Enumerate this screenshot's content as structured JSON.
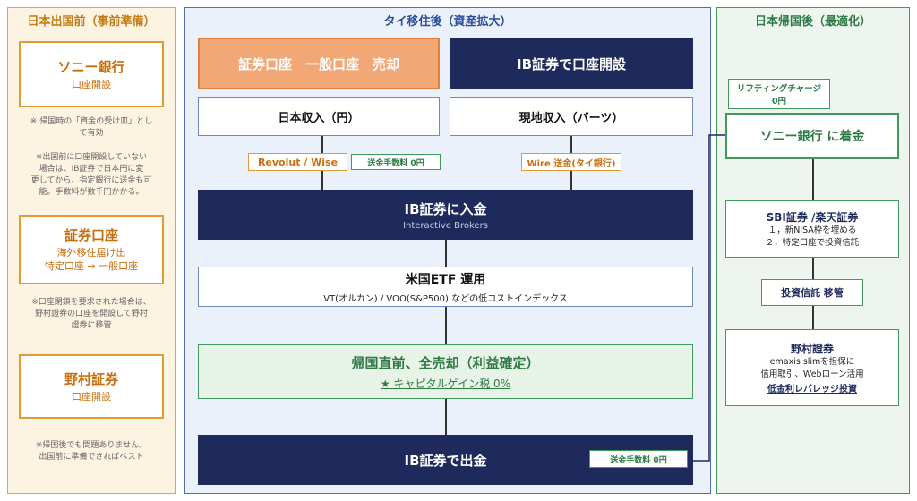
{
  "left": {
    "title": "日本出国前（事前準備）",
    "sony": {
      "title": "ソニー銀行",
      "sub": "口座開設"
    },
    "note1": [
      "※ 帰国時の「資金の受け皿」とし",
      "て有効"
    ],
    "note2": [
      "※出国前に口座開設していない",
      "場合は、IB証券で日本円に変",
      "更してから、指定銀行に送金も可",
      "能。手数料が数千円かかる。"
    ],
    "securities": {
      "title": "証券口座",
      "sub1": "海外移住届け出",
      "sub2": "特定口座 → 一般口座"
    },
    "note3": [
      "※口座閉鎖を要求された場合は、",
      "野村證券の口座を開設して野村",
      "證券に移管"
    ],
    "nomura": {
      "title": "野村証券",
      "sub": "口座開設"
    },
    "note4": [
      "※帰国後でも問題ありません。",
      "出国前に準備できればベスト"
    ]
  },
  "middle": {
    "title": "タイ移住後（資産拡大）",
    "sell_box": "証券口座　一般口座　売却",
    "ib_open": "IB証券で口座開設",
    "jp_income": "日本収入（円）",
    "local_income": "現地収入（バーツ）",
    "revolut": "Revolut / Wise",
    "fee_zero_1": "送金手数料 0円",
    "wire": "Wire 送金(タイ銀行)",
    "deposit": {
      "title": "IB証券に入金",
      "sub": "Interactive Brokers"
    },
    "etf": {
      "title": "米国ETF 運用",
      "sub": "VT(オルカン) / VOO(S&P500) などの低コストインデックス"
    },
    "sell_all": {
      "title": "帰国直前、全売却（利益確定）",
      "sub": "★ キャピタルゲイン税 0%"
    },
    "withdraw": "IB証券で出金",
    "fee_zero_2": "送金手数料 0円"
  },
  "right": {
    "title": "日本帰国後（最適化）",
    "lifting": [
      "リフティングチャージ",
      "0円"
    ],
    "sony_arrive": "ソニー銀行 に着金",
    "sbi": {
      "title": "SBI証券 /楽天証券",
      "line1": "１，新NISA枠を埋める",
      "line2": "２，特定口座で投資信託"
    },
    "transfer": "投資信託 移管",
    "nomura": {
      "title": "野村證券",
      "line1": "emaxis slimを担保に",
      "line2": "信用取引、Webローン活用",
      "line3": "低金利レバレッジ投資"
    }
  }
}
